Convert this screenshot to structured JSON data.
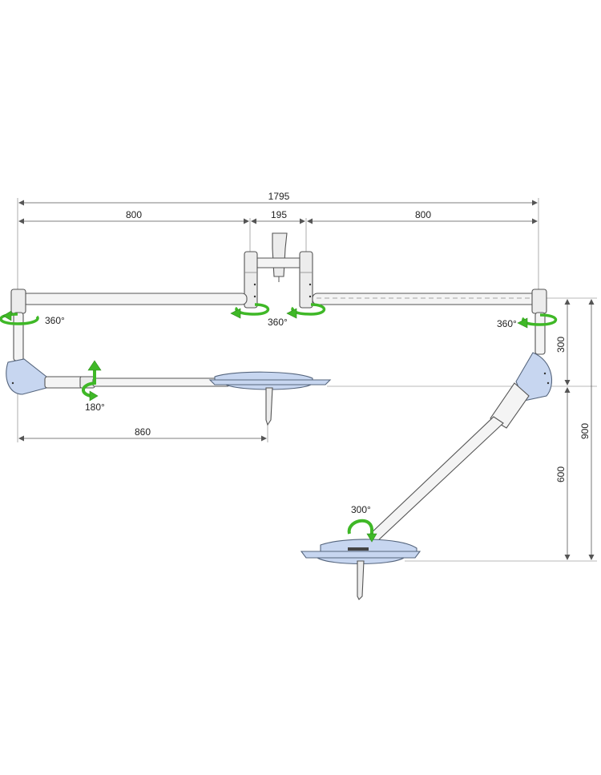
{
  "dimensions": {
    "overall_width": "1795",
    "left_arm": "800",
    "center_gap": "195",
    "right_arm": "800",
    "left_reach": "860",
    "vertical_upper": "300",
    "vertical_lower": "600",
    "vertical_total": "900"
  },
  "rotations": {
    "left_top": "360°",
    "center": "360°",
    "right_top": "360°",
    "left_tilt": "180°",
    "right_head": "300°"
  },
  "colors": {
    "arrow": "#3fb827",
    "head": "#c7d6f0",
    "arm": "#f4f4f4"
  }
}
